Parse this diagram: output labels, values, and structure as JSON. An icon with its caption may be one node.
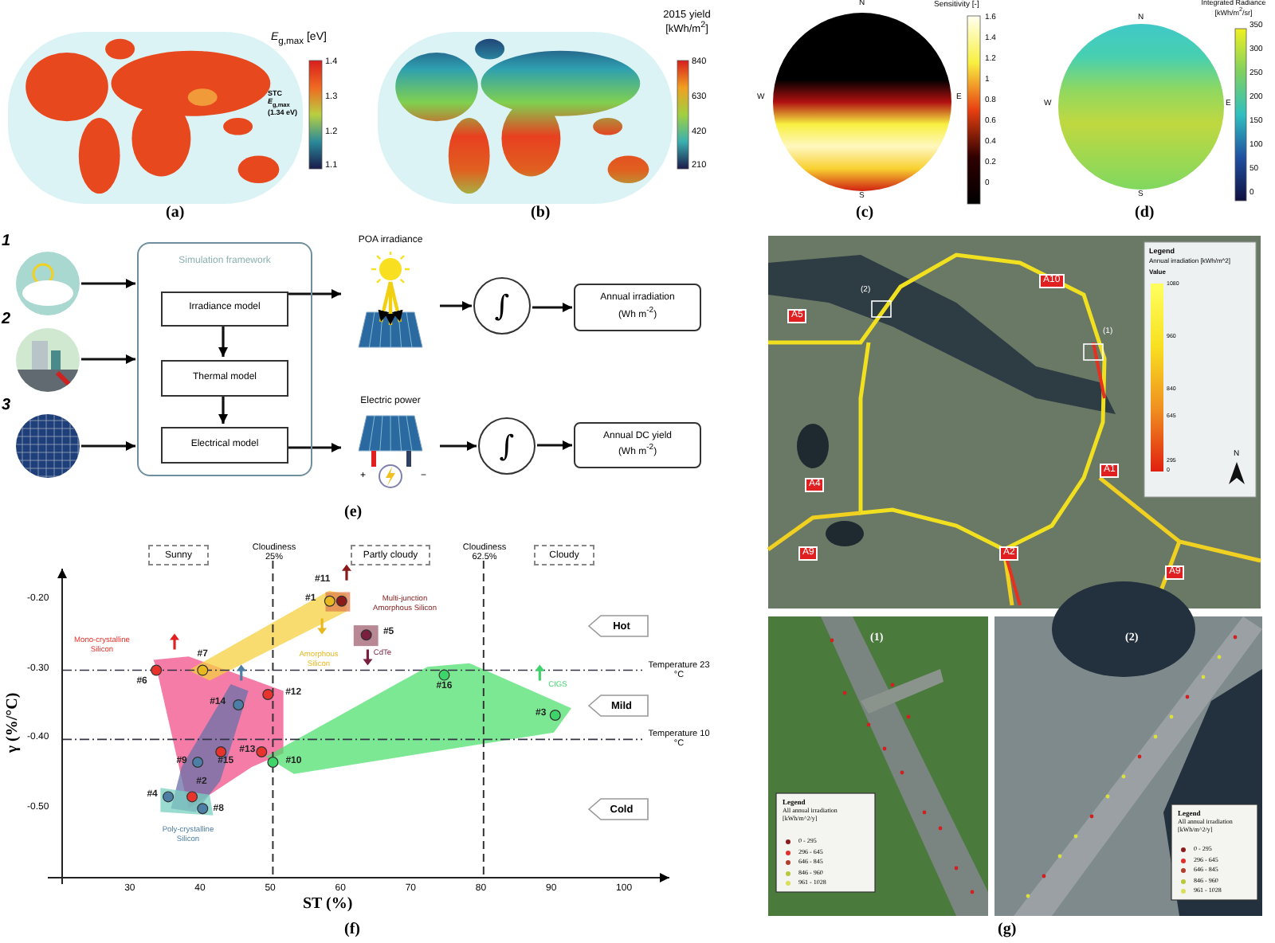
{
  "diagram": {
    "nodes": [
      {
        "text": [],
        "shape": "picture",
        "beside": [
          "1"
        ]
      },
      {
        "text": [],
        "shape": "picture",
        "beside": [
          "2"
        ]
      },
      {
        "text": [],
        "shape": "picture",
        "beside": [
          "3"
        ]
      },
      {
        "text": [
          "Simulation framework"
        ]
      },
      {
        "text": [
          "Irradiance model"
        ],
        "in": 3
      },
      {
        "text": [
          "Thermal model"
        ],
        "in": 3
      },
      {
        "text": [
          "Electrical model"
        ],
        "in": 3
      },
      {
        "text": [
          "POA irradiance"
        ]
      },
      {
        "text": [
          "∫"
        ]
      },
      {
        "text": [
          "Annual irradiation (Wh m$^{-2}$)"
        ]
      },
      {
        "text": [
          "Electric power"
        ]
      },
      {
        "text": [
          "∫"
        ]
      },
      {
        "text": [
          "Annual DC yield (Wh m$^{-2}$)"
        ]
      },
      {
        "text": [
          "Sunny"
        ]
      },
      {
        "text": [
          "Partly cloudy"
        ]
      },
      {
        "text": [
          "Cloudy"
        ]
      },
      {
        "text": [
          "Hot"
        ]
      },
      {
        "text": [
          "Mild"
        ]
      },
      {
        "text": [
          "Cold"
        ]
      }
    ],
    "edges": [
      {
        "from": 0,
        "to": 3,
        "arrow": "to"
      },
      {
        "from": 1,
        "to": 3,
        "arrow": "to"
      },
      {
        "from": 2,
        "to": 3,
        "arrow": "to"
      },
      {
        "from": 4,
        "to": 7,
        "arrow": "to"
      },
      {
        "from": 4,
        "to": 5,
        "arrow": "to"
      },
      {
        "from": 5,
        "to": 6,
        "arrow": "to"
      },
      {
        "from": 6,
        "to": 10,
        "arrow": "to"
      },
      {
        "from": 7,
        "to": 8,
        "arrow": "to"
      },
      {
        "from": 8,
        "to": 9,
        "arrow": "to"
      },
      {
        "from": 10,
        "to": 11,
        "arrow": "to"
      },
      {
        "from": 11,
        "to": 12,
        "arrow": "to"
      }
    ],
    "labels": [
      "*E*$_{g,max}$ [eV]",
      "STC *E*$_{g,max}$ (1.34 eV)",
      "1.4",
      "1.3",
      "1.2",
      "1.1",
      "(a)",
      "2015 yield [kWh/m$^{2}$]",
      "840",
      "630",
      "420",
      "210",
      "(b)",
      "N",
      "W",
      "E",
      "S",
      "Sensitivity [-]",
      "1.6",
      "1.4",
      "1.2",
      "1",
      "0.8",
      "0.6",
      "0.4",
      "0.2",
      "0",
      "(c)",
      "N",
      "W",
      "E",
      "S",
      "Integrated Radiance [kWh/m$^{2}$/sr]",
      "350",
      "300",
      "250",
      "200",
      "150",
      "100",
      "50",
      "0",
      "(d)",
      "+",
      "−",
      "(e)",
      "Cloudiness 25%",
      "Cloudiness 62.5%",
      "Temperature 23 °C",
      "Temperature 10 °C",
      "(f)",
      "Legend",
      "Annual irradiation [kWh/m^2]",
      "Value",
      "1080",
      "960",
      "840",
      "645",
      "295",
      "0",
      "N",
      "A10",
      "A5",
      "A4",
      "A1",
      "A9",
      "A2",
      "A9",
      "(1)",
      "(2)",
      "(1)",
      "Legend",
      "All annual irradiation [kWh/m^2/y]",
      "(2)",
      "Legend",
      "All annual irradiation [kWh/m^2/y]",
      "(g)"
    ],
    "legend": [
      {
        "text": "0 - 295",
        "color": "#8b1c1c"
      },
      {
        "text": "296 - 645",
        "color": "#e0302a"
      },
      {
        "text": "646 - 845",
        "color": "#b0402a"
      },
      {
        "text": "846 - 960",
        "color": "#b8c83a"
      },
      {
        "text": "961 - 1028",
        "color": "#d8e05a"
      },
      {
        "text": "0 - 295",
        "color": "#8b1c1c"
      },
      {
        "text": "296 - 645",
        "color": "#e0302a"
      },
      {
        "text": "646 - 845",
        "color": "#b0402a"
      },
      {
        "text": "846 - 960",
        "color": "#b8c83a"
      },
      {
        "text": "961 - 1028",
        "color": "#d8e05a"
      }
    ],
    "chart_data": {
      "type": "scatter",
      "grid": true,
      "xlabel": "ST (%)",
      "ylabel": "γ (%/°C)",
      "xlim": [
        20,
        106
      ],
      "ylim": [
        -0.6,
        -0.16
      ],
      "xticks": [
        30,
        40,
        50,
        60,
        70,
        80,
        90,
        100
      ],
      "yticks": [
        {
          "value": -0.2,
          "label": "-0.20"
        },
        {
          "value": -0.3,
          "label": "-0.30"
        },
        {
          "value": -0.4,
          "label": "-0.40"
        },
        {
          "value": -0.5,
          "label": "-0.50"
        }
      ],
      "x": [
        58.1,
        38.5,
        90.2,
        35.1,
        63.3,
        33.4,
        40,
        40,
        39.3,
        50,
        59.8,
        49.3,
        48.4,
        45.1,
        42.6,
        74.4
      ],
      "series": [
        {
          "name": "Mono-crystalline Silicon",
          "color": "#e8322c",
          "values": [
            null,
            -0.483,
            null,
            null,
            null,
            -0.3,
            null,
            null,
            null,
            null,
            null,
            -0.335,
            -0.418,
            null,
            -0.418,
            null
          ]
        },
        {
          "name": "Poly-crystalline Silicon",
          "color": "#4d7fa6",
          "values": [
            null,
            null,
            null,
            -0.483,
            null,
            null,
            null,
            -0.5,
            -0.433,
            null,
            null,
            null,
            null,
            -0.35,
            null,
            null
          ]
        },
        {
          "name": "Amorphous Silicon",
          "color": "#e8b820",
          "values": [
            -0.2,
            null,
            null,
            null,
            null,
            null,
            -0.3,
            null,
            null,
            null,
            null,
            null,
            null,
            null,
            null,
            null
          ]
        },
        {
          "name": "Multi-junction Amorphous Silicon",
          "color": "#8b1a1a",
          "values": [
            null,
            null,
            null,
            null,
            null,
            null,
            null,
            null,
            null,
            null,
            -0.2,
            null,
            null,
            null,
            null,
            null
          ]
        },
        {
          "name": "CdTe",
          "color": "#7a1f3d",
          "values": [
            null,
            null,
            null,
            null,
            -0.249,
            null,
            null,
            null,
            null,
            null,
            null,
            null,
            null,
            null,
            null,
            null
          ]
        },
        {
          "name": "CIGS",
          "color": "#3fd46a",
          "values": [
            null,
            null,
            -0.365,
            null,
            null,
            null,
            null,
            null,
            null,
            -0.433,
            null,
            null,
            null,
            null,
            null,
            -0.307
          ]
        }
      ],
      "annotations": [
        {
          "x": 58.1,
          "y": -0.2,
          "text": "#1"
        },
        {
          "x": 38.5,
          "y": -0.483,
          "text": "#2"
        },
        {
          "x": 90.2,
          "y": -0.365,
          "text": "#3"
        },
        {
          "x": 35.1,
          "y": -0.483,
          "text": "#4"
        },
        {
          "x": 63.3,
          "y": -0.249,
          "text": "#5"
        },
        {
          "x": 33.4,
          "y": -0.3,
          "text": "#6"
        },
        {
          "x": 40,
          "y": -0.3,
          "text": "#7"
        },
        {
          "x": 40,
          "y": -0.5,
          "text": "#8"
        },
        {
          "x": 39.3,
          "y": -0.433,
          "text": "#9"
        },
        {
          "x": 50,
          "y": -0.433,
          "text": "#10"
        },
        {
          "x": 59.8,
          "y": -0.2,
          "text": "#11"
        },
        {
          "x": 49.3,
          "y": -0.335,
          "text": "#12"
        },
        {
          "x": 48.4,
          "y": -0.418,
          "text": "#13"
        },
        {
          "x": 45.1,
          "y": -0.35,
          "text": "#14"
        },
        {
          "x": 42.6,
          "y": -0.418,
          "text": "#15"
        },
        {
          "x": 74.4,
          "y": -0.307,
          "text": "#16"
        }
      ]
    }
  }
}
